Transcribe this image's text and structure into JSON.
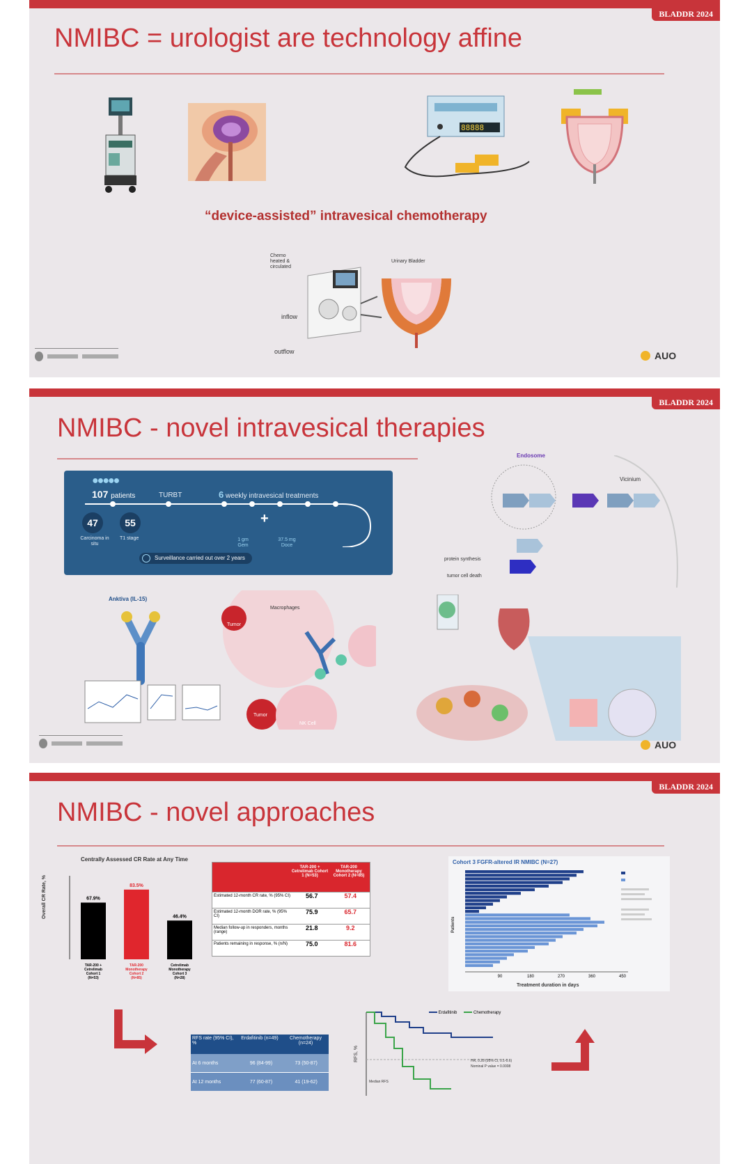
{
  "slides": [
    {
      "tag": "BLADDR 2024",
      "title": "NMIBC = urologist are technology affine",
      "subtitle": "“device-assisted” intravesical chemotherapy",
      "labels": {
        "chemo": "Chemo heated & circulated",
        "bladder": "Urinary Bladder",
        "inflow": "inflow",
        "outflow": "outflow"
      },
      "logo": "AUO"
    },
    {
      "tag": "BLADDR 2024",
      "title": "NMIBC - novel intravesical therapies",
      "banner": {
        "patients_n": "107",
        "patients": "patients",
        "turbt": "TURBT",
        "weekly_n": "6",
        "weekly": "weekly intravesical treatments",
        "cis_n": "47",
        "cis": "Carcinoma in situ",
        "t1_n": "55",
        "t1": "T1 stage",
        "gem": "1 gm Gem",
        "doce": "37.5 mg Doce",
        "surveillance": "Surveillance carried out over 2 years"
      },
      "labels": {
        "endosome": "Endosome",
        "vicinium": "Vicinium",
        "anktiva": "Anktiva (IL-15)",
        "macrophages": "Macrophages",
        "tumor": "Tumor",
        "nk": "NK Cell",
        "protein_synthesis": "protein synthesis",
        "tumor_cell_death": "tumor cell death"
      },
      "logo": "AUO"
    },
    {
      "tag": "BLADDR 2024",
      "title": "NMIBC - novel approaches",
      "bar_title": "Centrally Assessed CR Rate at Any Time",
      "bar_ylabel": "Overall CR Rate, %",
      "bars": [
        {
          "pct": "67.9%",
          "value": 67.9,
          "color": "#000000",
          "label": "TAR-200 + Cetrelimab Cohort 1 (N=53)"
        },
        {
          "pct": "83.5%",
          "value": 83.5,
          "color": "#e0262d",
          "label": "TAR-200 Monotherapy Cohort 2 (N=85)"
        },
        {
          "pct": "46.4%",
          "value": 46.4,
          "color": "#000000",
          "label": "Cetrelimab Monotherapy Cohort 3 (N=28)"
        }
      ],
      "table1": {
        "headers": [
          "",
          "TAR-200 + Cetrelimab Cohort 1 (N=53)",
          "TAR-200 Monotherapy Cohort 2 (N=85)"
        ],
        "rows": [
          [
            "Estimated 12-month CR rate, % (95% CI)",
            "56.7",
            "57.4"
          ],
          [
            "Estimated 12-month DOR rate, % (95% CI)",
            "75.9",
            "65.7"
          ],
          [
            "Median follow-up in responders, months (range)",
            "21.8",
            "9.2"
          ],
          [
            "Patients remaining in response, % (n/N)",
            "75.0",
            "81.6"
          ]
        ]
      },
      "swimmer_title": "Cohort 3 FGFR-altered IR NMIBC (N=27)",
      "swimmer_xlabel": "Treatment duration in days",
      "swimmer_ylabel": "Patients",
      "swimmer_ticks": [
        "90",
        "180",
        "270",
        "360",
        "450"
      ],
      "rfs_table": {
        "headers": [
          "RFS rate (95% CI), %",
          "Erdafitinib (n=49)",
          "Chemotherapy (n=24)"
        ],
        "rows": [
          [
            "At 6 months",
            "96 (84-99)",
            "73 (50-87)"
          ],
          [
            "At 12 months",
            "77 (60-87)",
            "41 (19-62)"
          ]
        ]
      },
      "km": {
        "legend": [
          "Erdafitinib",
          "Chemotherapy"
        ],
        "ylabel": "RFS, %",
        "hr": "HR, 0.28 (95% CI, 0.1-0.6)",
        "p": "Nominal P value = 0.0008",
        "median": "Median RFS"
      }
    }
  ]
}
